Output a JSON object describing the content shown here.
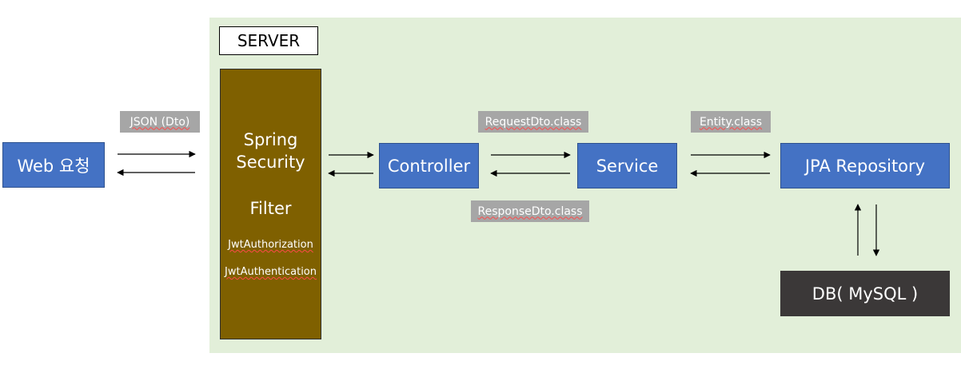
{
  "server": {
    "label": "SERVER"
  },
  "nodes": {
    "web": "Web 요청",
    "controller": "Controller",
    "service": "Service",
    "jpa": "JPA Repository",
    "db": "DB( MySQL )"
  },
  "filter": {
    "title_line1": "Spring",
    "title_line2": "Security",
    "subtitle": "Filter",
    "items": [
      "JwtAuthorization",
      "JwtAuthentication"
    ]
  },
  "tags": {
    "json": "JSON (Dto)",
    "request": "RequestDto.class",
    "response": "ResponseDto.class",
    "entity": "Entity.class"
  },
  "colors": {
    "server_bg": "#e2efd9",
    "node_fill": "#4472c4",
    "filter_fill": "#7f6000",
    "db_fill": "#3b3838",
    "tag_fill": "#a6a6a6"
  }
}
